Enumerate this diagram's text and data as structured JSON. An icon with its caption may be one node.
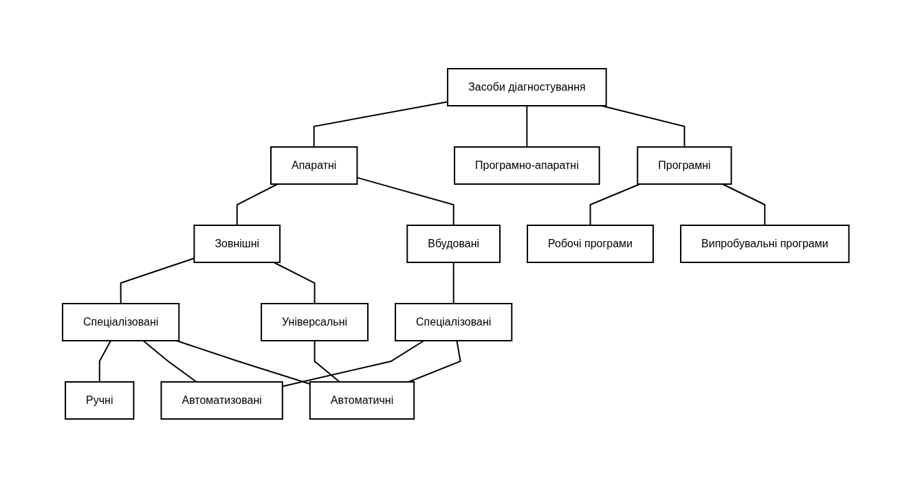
{
  "diagram": {
    "nodes": [
      {
        "text": [
          "Засоби діагностування"
        ]
      },
      {
        "text": [
          "Апаратні"
        ]
      },
      {
        "text": [
          "Програмно-апаратні"
        ]
      },
      {
        "text": [
          "Програмні"
        ]
      },
      {
        "text": [
          "Зовнішні"
        ]
      },
      {
        "text": [
          "Вбудовані"
        ]
      },
      {
        "text": [
          "Робочі програми"
        ]
      },
      {
        "text": [
          "Випробувальні програми"
        ]
      },
      {
        "text": [
          "Спеціалізовані"
        ]
      },
      {
        "text": [
          "Універсальні"
        ]
      },
      {
        "text": [
          "Спеціалізовані"
        ]
      },
      {
        "text": [
          "Ручні"
        ]
      },
      {
        "text": [
          "Автоматизовані"
        ]
      },
      {
        "text": [
          "Автоматичні"
        ]
      }
    ],
    "edges": [
      {
        "from": 0,
        "to": 1,
        "arrow": "none"
      },
      {
        "from": 0,
        "to": 2,
        "arrow": "none"
      },
      {
        "from": 0,
        "to": 3,
        "arrow": "none"
      },
      {
        "from": 1,
        "to": 4,
        "arrow": "none"
      },
      {
        "from": 1,
        "to": 5,
        "arrow": "none"
      },
      {
        "from": 3,
        "to": 6,
        "arrow": "none"
      },
      {
        "from": 3,
        "to": 7,
        "arrow": "none"
      },
      {
        "from": 4,
        "to": 8,
        "arrow": "none"
      },
      {
        "from": 4,
        "to": 9,
        "arrow": "none"
      },
      {
        "from": 5,
        "to": 10,
        "arrow": "none"
      },
      {
        "from": 8,
        "to": 11,
        "arrow": "none"
      },
      {
        "from": 8,
        "to": 12,
        "arrow": "none"
      },
      {
        "from": 8,
        "to": 13,
        "arrow": "none"
      },
      {
        "from": 9,
        "to": 13,
        "arrow": "none"
      },
      {
        "from": 10,
        "to": 12,
        "arrow": "none"
      },
      {
        "from": 10,
        "to": 13,
        "arrow": "none"
      }
    ]
  }
}
